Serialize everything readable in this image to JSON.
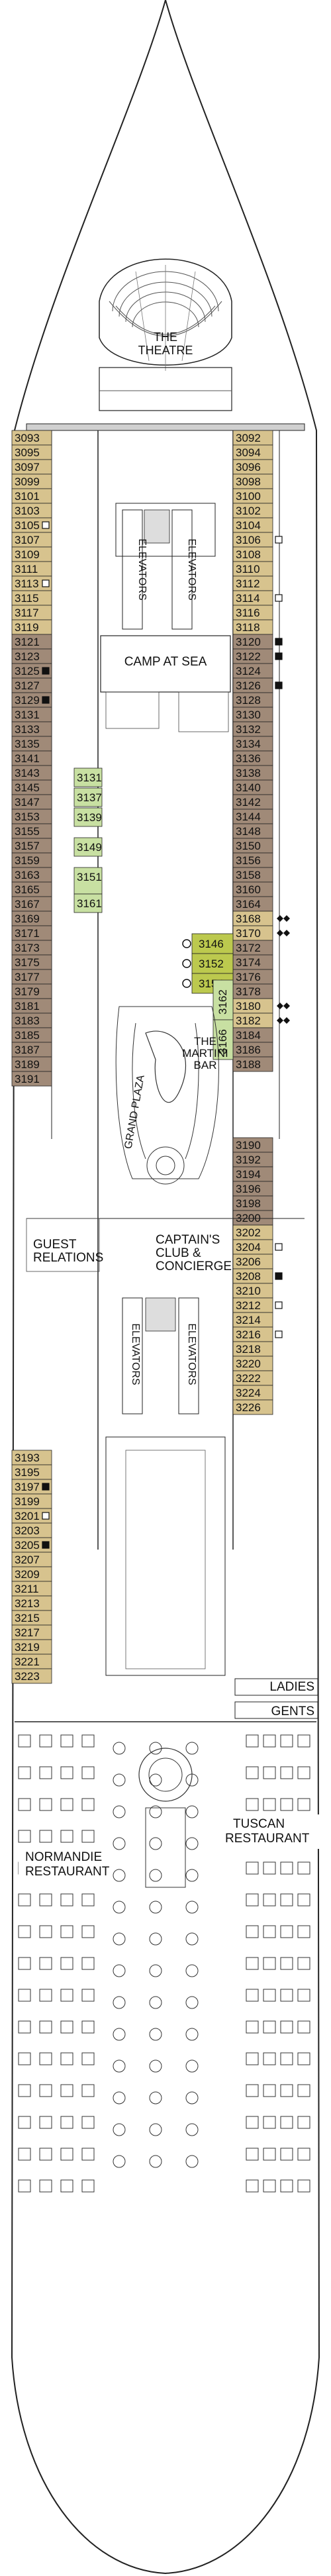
{
  "labels": {
    "theatre": [
      "THE",
      "THEATRE"
    ],
    "elevators": "ELEVATORS",
    "camp_at_sea": "CAMP AT SEA",
    "martini_bar": [
      "THE",
      "MARTINI",
      "BAR"
    ],
    "grand_plaza": "GRAND PLAZA",
    "guest_relations": [
      "GUEST",
      "RELATIONS"
    ],
    "captains_club": [
      "CAPTAIN'S",
      "CLUB &",
      "CONCIERGE"
    ],
    "ladies": "LADIES",
    "gents": "GENTS",
    "normandie": [
      "NORMANDIE",
      "RESTAURANT"
    ],
    "tuscan": [
      "TUSCAN",
      "RESTAURANT"
    ]
  },
  "colors": {
    "tan": "#d7c38e",
    "brown": "#a08a78",
    "light_green": "#c8e0a2",
    "olive_green": "#bcc94e",
    "outline": "#222222"
  },
  "left_cabins": [
    {
      "n": "3093",
      "c": "tan"
    },
    {
      "n": "3095",
      "c": "tan"
    },
    {
      "n": "3097",
      "c": "tan"
    },
    {
      "n": "3099",
      "c": "tan"
    },
    {
      "n": "3101",
      "c": "tan"
    },
    {
      "n": "3103",
      "c": "tan"
    },
    {
      "n": "3105",
      "c": "tan",
      "m": "open"
    },
    {
      "n": "3107",
      "c": "tan"
    },
    {
      "n": "3109",
      "c": "tan"
    },
    {
      "n": "3111",
      "c": "tan"
    },
    {
      "n": "3113",
      "c": "tan",
      "m": "open"
    },
    {
      "n": "3115",
      "c": "tan"
    },
    {
      "n": "3117",
      "c": "tan"
    },
    {
      "n": "3119",
      "c": "tan"
    },
    {
      "n": "3121",
      "c": "brown"
    },
    {
      "n": "3123",
      "c": "brown"
    },
    {
      "n": "3125",
      "c": "brown",
      "m": "solid"
    },
    {
      "n": "3127",
      "c": "brown"
    },
    {
      "n": "3129",
      "c": "brown",
      "m": "solid"
    },
    {
      "n": "3131",
      "c": "brown"
    },
    {
      "n": "3133",
      "c": "brown"
    },
    {
      "n": "3135",
      "c": "brown"
    },
    {
      "n": "3141",
      "c": "brown"
    },
    {
      "n": "3143",
      "c": "brown"
    },
    {
      "n": "3145",
      "c": "brown"
    },
    {
      "n": "3147",
      "c": "brown"
    },
    {
      "n": "3153",
      "c": "brown"
    },
    {
      "n": "3155",
      "c": "brown"
    },
    {
      "n": "3157",
      "c": "brown"
    },
    {
      "n": "3159",
      "c": "brown"
    },
    {
      "n": "3163",
      "c": "brown"
    },
    {
      "n": "3165",
      "c": "brown"
    },
    {
      "n": "3167",
      "c": "brown"
    },
    {
      "n": "3169",
      "c": "brown"
    },
    {
      "n": "3171",
      "c": "brown"
    },
    {
      "n": "3173",
      "c": "brown"
    },
    {
      "n": "3175",
      "c": "brown"
    },
    {
      "n": "3177",
      "c": "brown"
    },
    {
      "n": "3179",
      "c": "brown"
    },
    {
      "n": "3181",
      "c": "brown"
    },
    {
      "n": "3183",
      "c": "brown"
    },
    {
      "n": "3185",
      "c": "brown"
    },
    {
      "n": "3187",
      "c": "brown"
    },
    {
      "n": "3189",
      "c": "brown"
    },
    {
      "n": "3191",
      "c": "brown"
    }
  ],
  "left_cabins_2": [
    {
      "n": "3193",
      "c": "tan"
    },
    {
      "n": "3195",
      "c": "tan"
    },
    {
      "n": "3197",
      "c": "tan",
      "m": "solid"
    },
    {
      "n": "3199",
      "c": "tan"
    },
    {
      "n": "3201",
      "c": "tan",
      "m": "open"
    },
    {
      "n": "3203",
      "c": "tan"
    },
    {
      "n": "3205",
      "c": "tan",
      "m": "solid"
    },
    {
      "n": "3207",
      "c": "tan"
    },
    {
      "n": "3209",
      "c": "tan"
    },
    {
      "n": "3211",
      "c": "tan"
    },
    {
      "n": "3213",
      "c": "tan"
    },
    {
      "n": "3215",
      "c": "tan"
    },
    {
      "n": "3217",
      "c": "tan"
    },
    {
      "n": "3219",
      "c": "tan"
    },
    {
      "n": "3221",
      "c": "tan"
    },
    {
      "n": "3223",
      "c": "tan"
    }
  ],
  "right_cabins": [
    {
      "n": "3092",
      "c": "tan"
    },
    {
      "n": "3094",
      "c": "tan"
    },
    {
      "n": "3096",
      "c": "tan"
    },
    {
      "n": "3098",
      "c": "tan"
    },
    {
      "n": "3100",
      "c": "tan"
    },
    {
      "n": "3102",
      "c": "tan"
    },
    {
      "n": "3104",
      "c": "tan"
    },
    {
      "n": "3106",
      "c": "tan",
      "m": "open"
    },
    {
      "n": "3108",
      "c": "tan"
    },
    {
      "n": "3110",
      "c": "tan"
    },
    {
      "n": "3112",
      "c": "tan"
    },
    {
      "n": "3114",
      "c": "tan",
      "m": "open"
    },
    {
      "n": "3116",
      "c": "tan"
    },
    {
      "n": "3118",
      "c": "tan"
    },
    {
      "n": "3120",
      "c": "brown",
      "m": "solid"
    },
    {
      "n": "3122",
      "c": "brown",
      "m": "solid"
    },
    {
      "n": "3124",
      "c": "brown"
    },
    {
      "n": "3126",
      "c": "brown",
      "m": "solid"
    },
    {
      "n": "3128",
      "c": "brown"
    },
    {
      "n": "3130",
      "c": "brown"
    },
    {
      "n": "3132",
      "c": "brown"
    },
    {
      "n": "3134",
      "c": "brown"
    },
    {
      "n": "3136",
      "c": "brown"
    },
    {
      "n": "3138",
      "c": "brown"
    },
    {
      "n": "3140",
      "c": "brown"
    },
    {
      "n": "3142",
      "c": "brown"
    },
    {
      "n": "3144",
      "c": "brown"
    },
    {
      "n": "3148",
      "c": "brown"
    },
    {
      "n": "3150",
      "c": "brown"
    },
    {
      "n": "3156",
      "c": "brown"
    },
    {
      "n": "3158",
      "c": "brown"
    },
    {
      "n": "3160",
      "c": "brown"
    },
    {
      "n": "3164",
      "c": "brown"
    },
    {
      "n": "3168",
      "c": "tan",
      "m": "diamonds"
    },
    {
      "n": "3170",
      "c": "tan",
      "m": "diamonds"
    },
    {
      "n": "3172",
      "c": "brown"
    },
    {
      "n": "3174",
      "c": "brown"
    },
    {
      "n": "3176",
      "c": "brown"
    },
    {
      "n": "3178",
      "c": "brown"
    },
    {
      "n": "3180",
      "c": "tan",
      "m": "diamonds"
    },
    {
      "n": "3182",
      "c": "tan",
      "m": "diamonds"
    },
    {
      "n": "3184",
      "c": "brown"
    },
    {
      "n": "3186",
      "c": "brown"
    },
    {
      "n": "3188",
      "c": "brown"
    }
  ],
  "right_cabins_2": [
    {
      "n": "3190",
      "c": "brown"
    },
    {
      "n": "3192",
      "c": "brown"
    },
    {
      "n": "3194",
      "c": "brown"
    },
    {
      "n": "3196",
      "c": "brown"
    },
    {
      "n": "3198",
      "c": "brown"
    },
    {
      "n": "3200",
      "c": "brown"
    },
    {
      "n": "3202",
      "c": "tan"
    },
    {
      "n": "3204",
      "c": "tan",
      "m": "open"
    },
    {
      "n": "3206",
      "c": "tan"
    },
    {
      "n": "3208",
      "c": "tan",
      "m": "solid"
    },
    {
      "n": "3210",
      "c": "tan"
    },
    {
      "n": "3212",
      "c": "tan",
      "m": "open"
    },
    {
      "n": "3214",
      "c": "tan"
    },
    {
      "n": "3216",
      "c": "tan",
      "m": "open"
    },
    {
      "n": "3218",
      "c": "tan"
    },
    {
      "n": "3220",
      "c": "tan"
    },
    {
      "n": "3222",
      "c": "tan"
    },
    {
      "n": "3224",
      "c": "tan"
    },
    {
      "n": "3226",
      "c": "tan"
    }
  ],
  "inner_green": [
    "3131",
    "3137",
    "3139",
    "3149",
    "3151",
    "3161"
  ],
  "inner_olive": [
    "3146",
    "3152",
    "3154"
  ],
  "inner_vertical": [
    "3162",
    "3166"
  ]
}
